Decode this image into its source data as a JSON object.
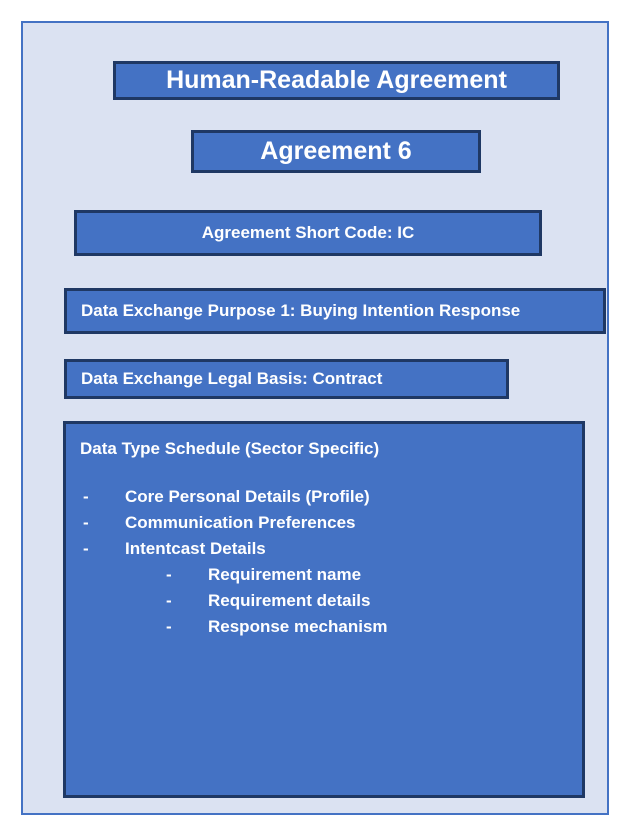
{
  "colors": {
    "box_fill": "#4472C4",
    "box_border": "#1F3864",
    "frame_fill": "#DBE2F2",
    "frame_border": "#4472C4",
    "text": "#FFFFFF"
  },
  "header": {
    "title": "Human-Readable Agreement",
    "agreement_label": "Agreement 6"
  },
  "fields": [
    {
      "label": "Agreement Short Code: IC"
    },
    {
      "label": "Data Exchange Purpose 1: Buying Intention Response"
    },
    {
      "label": "Data Exchange Legal Basis: Contract"
    }
  ],
  "schedule": {
    "heading": "Data Type Schedule (Sector Specific)",
    "dash": "-",
    "items": [
      {
        "label": "Core Personal Details (Profile)",
        "children": []
      },
      {
        "label": "Communication Preferences",
        "children": []
      },
      {
        "label": "Intentcast Details",
        "children": [
          {
            "label": "Requirement name"
          },
          {
            "label": "Requirement details"
          },
          {
            "label": "Response mechanism"
          }
        ]
      }
    ]
  }
}
